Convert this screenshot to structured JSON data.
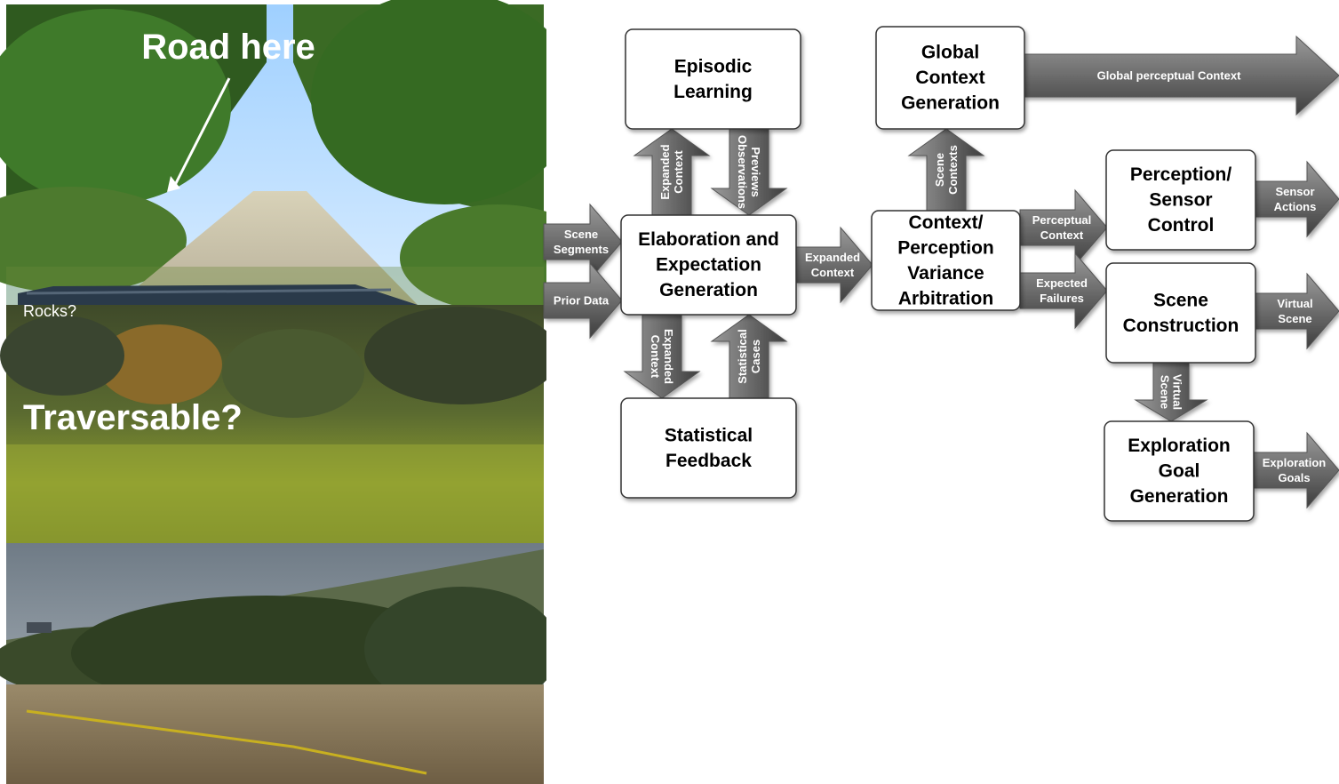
{
  "photos": {
    "photo1": {
      "annotation": "Road here"
    },
    "photo2": {
      "annotation_small": "Rocks?",
      "annotation": "Traversable?"
    },
    "photo3": {}
  },
  "boxes": {
    "episodic": [
      "Episodic",
      "Learning"
    ],
    "global": [
      "Global",
      "Context",
      "Generation"
    ],
    "elaboration": [
      "Elaboration and",
      "Expectation",
      "Generation"
    ],
    "context": [
      "Context/",
      "Perception",
      "Variance",
      "Arbitration"
    ],
    "statistical": [
      "Statistical",
      "Feedback"
    ],
    "perception": [
      "Perception/",
      "Sensor",
      "Control"
    ],
    "scene": [
      "Scene",
      "Construction"
    ],
    "exploration": [
      "Exploration",
      "Goal",
      "Generation"
    ]
  },
  "arrows": {
    "global_perceptual": [
      "Global perceptual Context"
    ],
    "scene_segments": [
      "Scene",
      "Segments"
    ],
    "prior_data": [
      "Prior Data"
    ],
    "expanded_ctx_right": [
      "Expanded",
      "Context"
    ],
    "perceptual_ctx": [
      "Perceptual",
      "Context"
    ],
    "expected_failures": [
      "Expected",
      "Failures"
    ],
    "sensor_actions": [
      "Sensor",
      "Actions"
    ],
    "virtual_scene_right": [
      "Virtual",
      "Scene"
    ],
    "exploration_goals": [
      "Exploration",
      "Goals"
    ],
    "expanded_ctx_up": [
      "Expanded",
      "Context"
    ],
    "previews_obs": [
      "Previews",
      "Observations"
    ],
    "scene_contexts": [
      "Scene",
      "Contexts"
    ],
    "expanded_ctx_down": [
      "Expanded",
      "Context"
    ],
    "statistical_cases": [
      "Statistical",
      "Cases"
    ],
    "virtual_scene_down": [
      "Virtual",
      "Scene"
    ]
  },
  "colors": {
    "arrow_fill_dark": "#4a4a4a",
    "arrow_fill_light": "#8a8a8a",
    "box_fill": "#ffffff",
    "box_stroke": "#333333"
  }
}
